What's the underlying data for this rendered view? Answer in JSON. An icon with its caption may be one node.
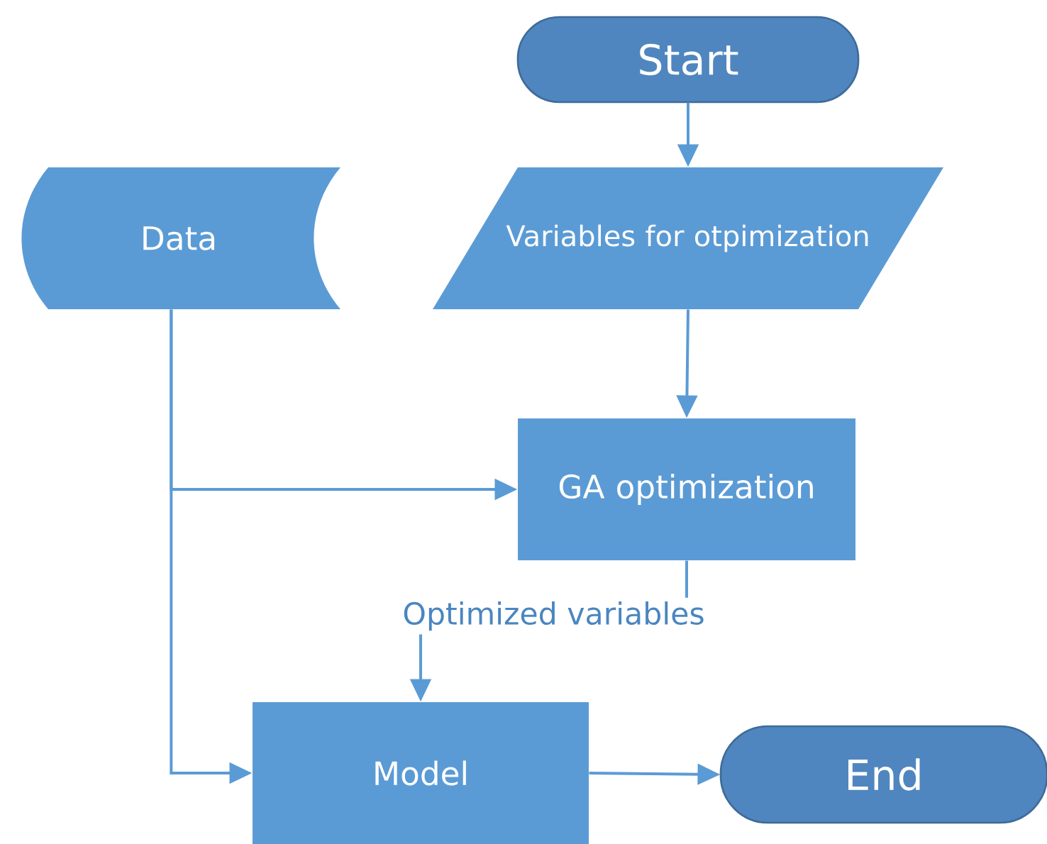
{
  "diagram": {
    "nodes": [
      {
        "text": [
          "Start"
        ]
      },
      {
        "text": [
          "Variables for otpimization"
        ]
      },
      {
        "text": [
          "Data"
        ]
      },
      {
        "text": [
          "GA optimization"
        ]
      },
      {
        "text": [
          "Model"
        ]
      },
      {
        "text": [
          "End"
        ]
      }
    ],
    "edges": [
      {
        "from": 0,
        "to": 1,
        "arrow": "to"
      },
      {
        "from": 1,
        "to": 3,
        "arrow": "to"
      },
      {
        "from": 2,
        "to": 3,
        "arrow": "to"
      },
      {
        "from": 2,
        "to": 4,
        "arrow": "to"
      },
      {
        "from": 3,
        "to": 4,
        "arrow": "to",
        "label": "Optimized variables"
      },
      {
        "from": 4,
        "to": 5,
        "arrow": "to"
      }
    ]
  }
}
